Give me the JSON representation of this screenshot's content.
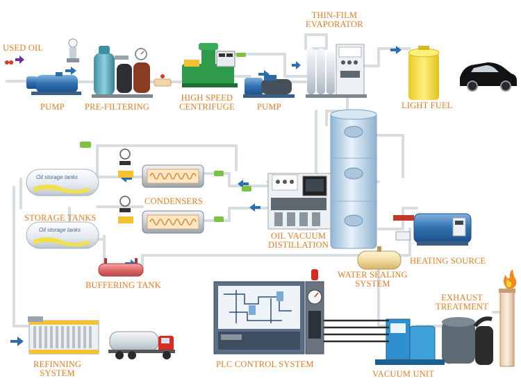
{
  "labels": {
    "used_oil": "USED OIL",
    "pump1": "PUMP",
    "pre_filtering": "PRE-FILTERING",
    "centrifuge_line1": "HIGH SPEED",
    "centrifuge_line2": "CENTRIFUGE",
    "pump2": "PUMP",
    "evaporator_line1": "THIN-FILM",
    "evaporator_line2": "EVAPORATOR",
    "light_fuel": "LIGHT FUEL",
    "condensers": "CONDENSERS",
    "storage_tanks": "STORAGE TANKS",
    "distillation_line1": "OIL VACUUM",
    "distillation_line2": "DISTILLATION",
    "heating_source": "HEATING SOURCE",
    "buffering_tank": "BUFFERING TANK",
    "water_sealing_line1": "WATER SEALING",
    "water_sealing_line2": "SYSTEM",
    "exhaust_line1": "EXHAUST",
    "exhaust_line2": "TREATMENT",
    "refining_line1": "REFINNING",
    "refining_line2": "SYSTEM",
    "plc": "PLC CONTROL SYSTEM",
    "vacuum_unit": "VACUUM UNIT"
  },
  "tank_text": {
    "upper": "Oil storage tanks",
    "lower": "Oil storage tanks"
  },
  "colors": {
    "label": "#ee7a1e",
    "pipe": "#d6dde3",
    "arrow": "#2a6fae",
    "valve": "#7cc142",
    "tank_yellow": "#f2e04a",
    "column": "#b9d4ea"
  }
}
